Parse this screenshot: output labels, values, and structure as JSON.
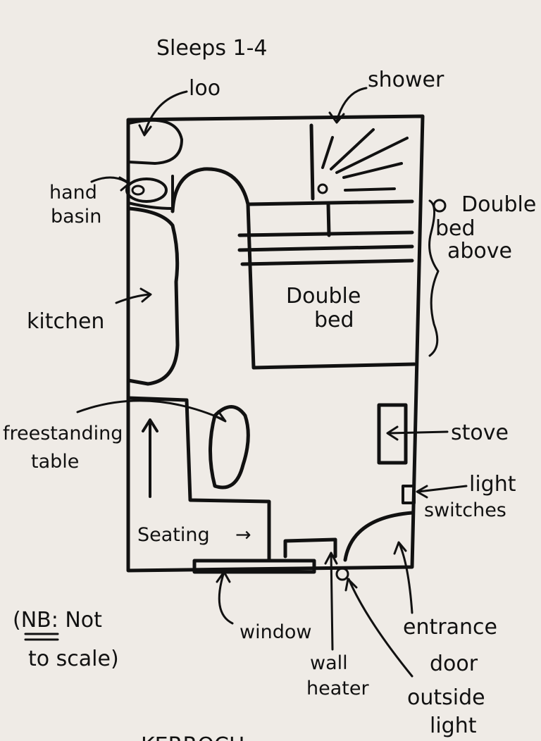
{
  "title": "Sleeps 1-4",
  "labels": {
    "loo": "loo",
    "shower": "shower",
    "hand_basin_1": "hand",
    "hand_basin_2": "basin",
    "kitchen": "kitchen",
    "double_bed_above_1": "Double",
    "double_bed_above_2": "bed",
    "double_bed_above_3": "above",
    "double_bed_1": "Double",
    "double_bed_2": "bed",
    "freestanding_table_1": "freestanding",
    "freestanding_table_2": "table",
    "stove": "stove",
    "light_switches_1": "light",
    "light_switches_2": "switches",
    "seating": "Seating",
    "window": "window",
    "wall_heater_1": "wall",
    "wall_heater_2": "heater",
    "entrance_door_1": "entrance",
    "entrance_door_2": "door",
    "outside_light_1": "outside",
    "outside_light_2": "light",
    "note_1": "(NB: Not",
    "note_2": "to scale)",
    "bottom_partial": "KERROCH"
  }
}
